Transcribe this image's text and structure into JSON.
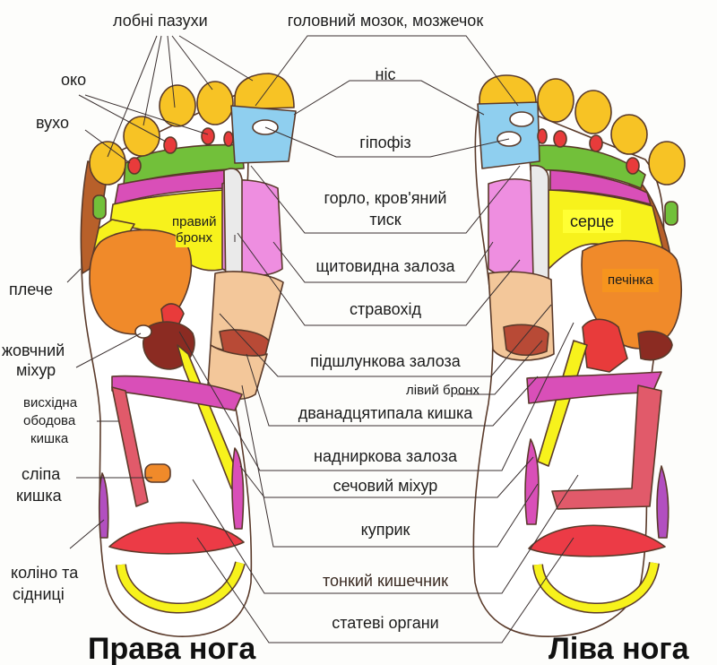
{
  "diagram": {
    "title_right_foot": "Права нога",
    "title_left_foot": "Ліва нога",
    "colors": {
      "toes": "#f7c325",
      "brain_nose": "#8fcfef",
      "eye_ear": "#e83b3b",
      "lungs_green": "#72c03a",
      "magenta": "#d94fb8",
      "yellow": "#f7f21c",
      "liver": "#f08a2a",
      "throat_pink": "#ee8ee0",
      "esophagus_beige": "#f3c79a",
      "pancreas": "#b84a36",
      "kidney": "#8b2b22",
      "intestine": "#e15a6a",
      "genital": "#ec3b46",
      "knee": "#b24fc0",
      "shoulder": "#b8602a",
      "outline": "#5a3a2a"
    },
    "center_labels": [
      "головний мозок, мозжечок",
      "ніс",
      "гіпофіз",
      "горло, кров'яний",
      "тиск",
      "щитовидна залоза",
      "стравохід",
      "підшлункова залоза",
      "лівий бронх",
      "дванадцятипала кишка",
      "надниркова залоза",
      "сечовий міхур",
      "куприк",
      "тонкий кишечник",
      "статеві органи"
    ],
    "left_labels": {
      "frontal_sinuses": "лобні пазухи",
      "eye": "око",
      "ear": "вухо",
      "shoulder": "плече",
      "gallbladder_1": "жовчний",
      "gallbladder_2": "міхур",
      "ascending_colon_1": "висхідна",
      "ascending_colon_2": "ободова",
      "ascending_colon_3": "кишка",
      "cecum_1": "сліпа",
      "cecum_2": "кишка",
      "knee_1": "коліно та",
      "knee_2": "сідниці",
      "right_bronchus_1": "правий",
      "right_bronchus_2": "бронх"
    },
    "right_labels": {
      "heart": "серце",
      "liver": "печінка"
    }
  }
}
